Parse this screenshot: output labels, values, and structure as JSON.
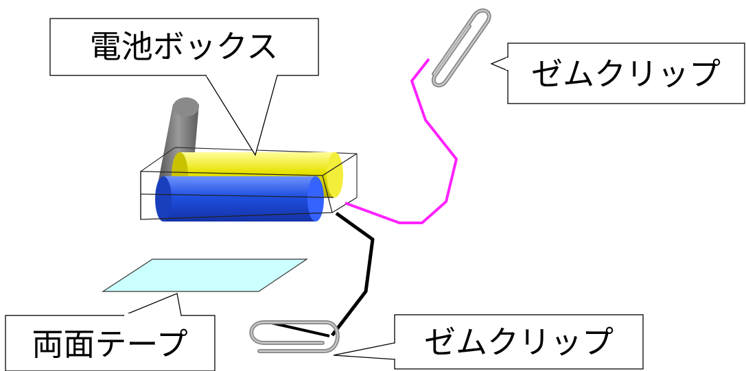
{
  "labels": {
    "battery_box": "電池ボックス",
    "clip_top": "ゼムクリップ",
    "clip_bottom": "ゼムクリップ",
    "tape": "両面テープ"
  },
  "colors": {
    "battery_back": "#e6e000",
    "battery_front": "#1f4fe0",
    "switch": "#7a7a7a",
    "wire_positive": "#ff22ff",
    "wire_negative": "#000000",
    "tape": "#ccffff",
    "clip": "#8c8c8c"
  }
}
